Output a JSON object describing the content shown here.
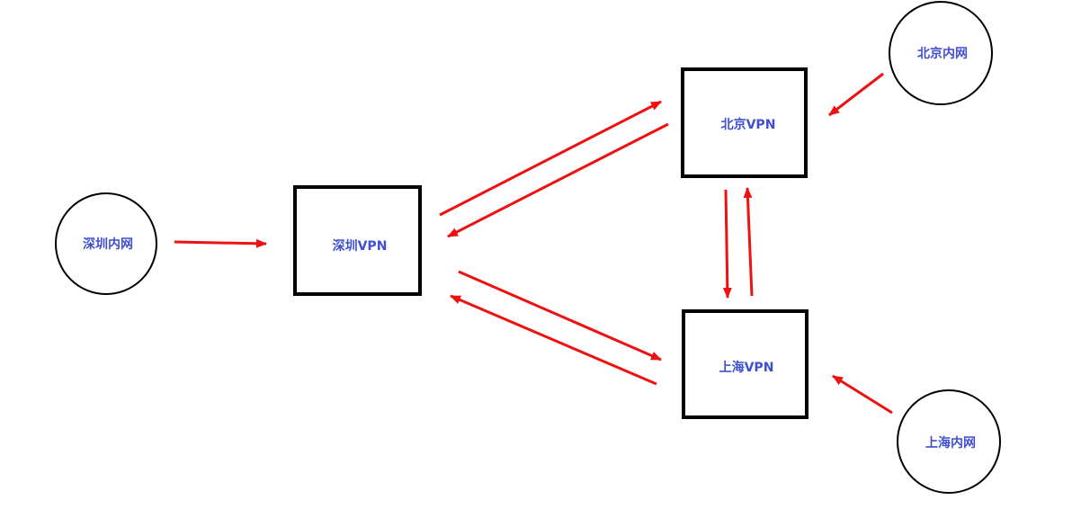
{
  "nodes": {
    "shenzhen_lan": {
      "label": "深圳内网",
      "shape": "circle"
    },
    "shenzhen_vpn": {
      "label": "深圳VPN",
      "shape": "box"
    },
    "beijing_vpn": {
      "label": "北京VPN",
      "shape": "box"
    },
    "shanghai_vpn": {
      "label": "上海VPN",
      "shape": "box"
    },
    "beijing_lan": {
      "label": "北京内网",
      "shape": "circle"
    },
    "shanghai_lan": {
      "label": "上海内网",
      "shape": "circle"
    }
  },
  "edges": [
    {
      "from": "shenzhen_lan",
      "to": "shenzhen_vpn"
    },
    {
      "from": "shenzhen_vpn",
      "to": "beijing_vpn"
    },
    {
      "from": "beijing_vpn",
      "to": "shenzhen_vpn"
    },
    {
      "from": "shenzhen_vpn",
      "to": "shanghai_vpn"
    },
    {
      "from": "shanghai_vpn",
      "to": "shenzhen_vpn"
    },
    {
      "from": "beijing_vpn",
      "to": "shanghai_vpn"
    },
    {
      "from": "shanghai_vpn",
      "to": "beijing_vpn"
    },
    {
      "from": "beijing_lan",
      "to": "beijing_vpn"
    },
    {
      "from": "shanghai_lan",
      "to": "shanghai_vpn"
    }
  ],
  "colors": {
    "arrow": "#ee1111",
    "label": "#3f4fd0",
    "outline": "#000000",
    "background": "#ffffff"
  }
}
